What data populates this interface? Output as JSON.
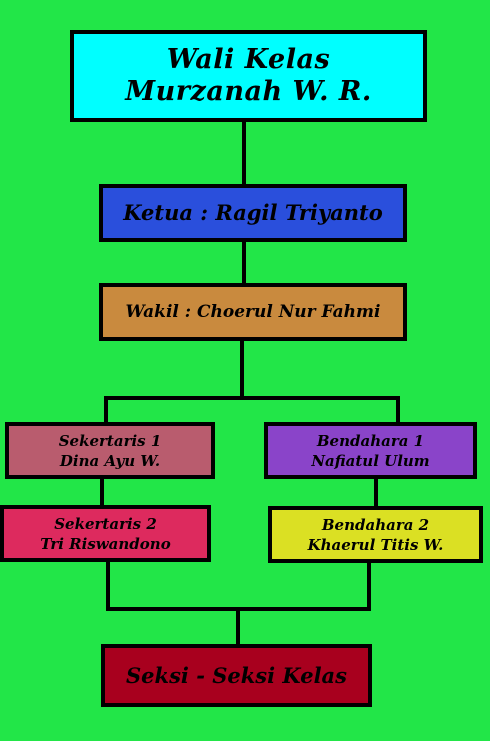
{
  "structure": {
    "wali_kelas": {
      "line1": "Wali Kelas",
      "line2": "Murzanah W. R.",
      "color": "#00ffff"
    },
    "ketua": {
      "label": "Ketua : Ragil Triyanto",
      "color": "#2a4fdc"
    },
    "wakil": {
      "label": "Wakil : Choerul Nur Fahmi",
      "color": "#c98a3e"
    },
    "sekretaris_1": {
      "role": "Sekertaris 1",
      "name": "Dina Ayu W.",
      "color": "#b95c6e"
    },
    "sekretaris_2": {
      "role": "Sekertaris 2",
      "name": "Tri Riswandono",
      "color": "#dd2a5e"
    },
    "bendahara_1": {
      "role": "Bendahara 1",
      "name": "Nafiatul Ulum",
      "color": "#8a44c9"
    },
    "bendahara_2": {
      "role": "Bendahara 2",
      "name": "Khaerul Titis W.",
      "color": "#dbe023"
    },
    "seksi": {
      "label": "Seksi - Seksi Kelas",
      "color": "#a8001e"
    }
  },
  "colors": {
    "background": "#22e648",
    "lines": "#000000"
  }
}
